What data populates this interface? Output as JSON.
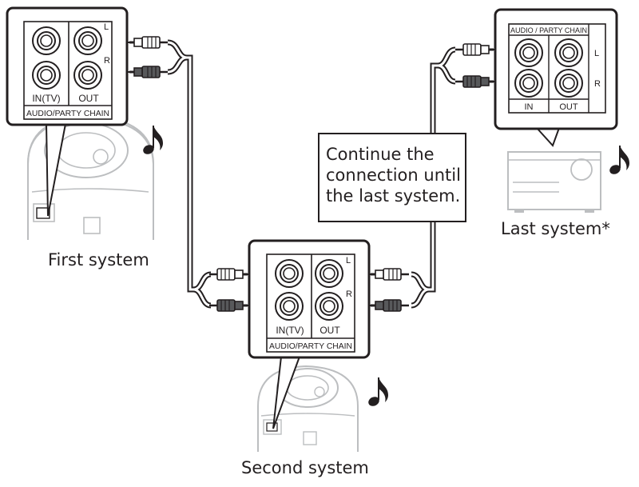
{
  "captions": {
    "first_system": "First system",
    "second_system": "Second system",
    "last_system": "Last system*"
  },
  "note": {
    "line1": "Continue the",
    "line2": "connection until",
    "line3": "the last system."
  },
  "panel_labels": {
    "left": "L",
    "right": "R",
    "in_tv": "IN(TV)",
    "in": "IN",
    "out": "OUT",
    "audio_party_chain_compact": "AUDIO/PARTY CHAIN",
    "audio_party_chain_spaced": "AUDIO / PARTY CHAIN"
  },
  "icons": {
    "music_note": "music-note-icon",
    "speaker": "party-speaker-icon",
    "receiver": "audio-receiver-icon",
    "connector": "rca-plug-icon"
  },
  "colors": {
    "line": "#231f20",
    "speaker_gray": "#bcbec0",
    "plug_dark": "#58595b",
    "plug_light": "#ffffff"
  }
}
